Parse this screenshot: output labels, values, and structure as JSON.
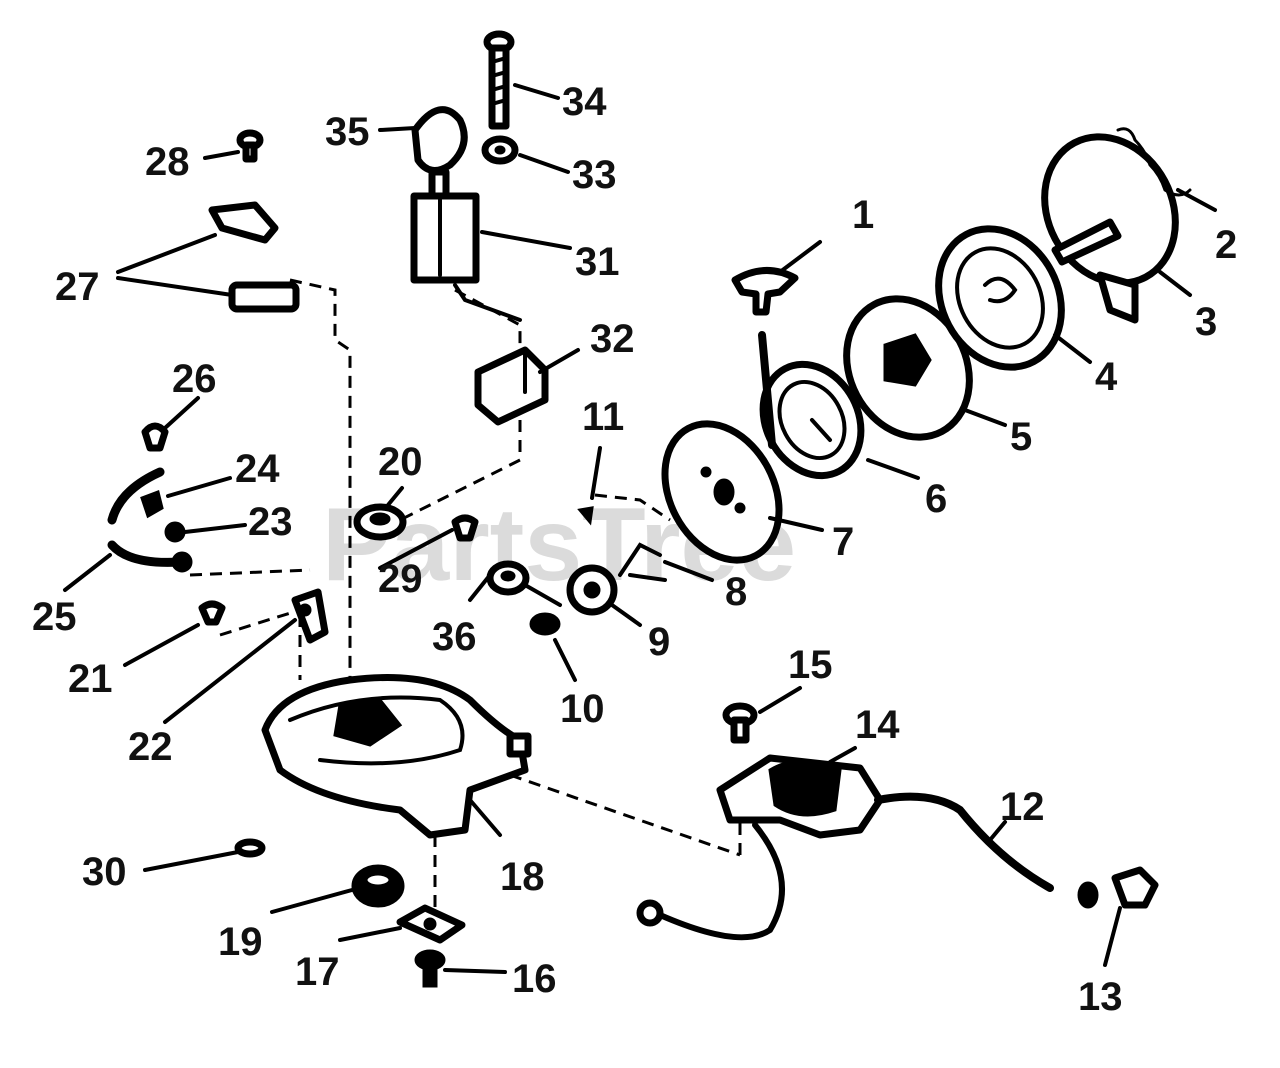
{
  "watermark": "PartsTree",
  "callouts": [
    {
      "id": "1",
      "text": "1"
    },
    {
      "id": "2",
      "text": "2"
    },
    {
      "id": "3",
      "text": "3"
    },
    {
      "id": "4",
      "text": "4"
    },
    {
      "id": "5",
      "text": "5"
    },
    {
      "id": "6",
      "text": "6"
    },
    {
      "id": "7",
      "text": "7"
    },
    {
      "id": "8",
      "text": "8"
    },
    {
      "id": "9",
      "text": "9"
    },
    {
      "id": "10",
      "text": "10"
    },
    {
      "id": "11",
      "text": "11"
    },
    {
      "id": "12",
      "text": "12"
    },
    {
      "id": "13",
      "text": "13"
    },
    {
      "id": "14",
      "text": "14"
    },
    {
      "id": "15",
      "text": "15"
    },
    {
      "id": "16",
      "text": "16"
    },
    {
      "id": "17",
      "text": "17"
    },
    {
      "id": "18",
      "text": "18"
    },
    {
      "id": "19",
      "text": "19"
    },
    {
      "id": "20",
      "text": "20"
    },
    {
      "id": "21",
      "text": "21"
    },
    {
      "id": "22",
      "text": "22"
    },
    {
      "id": "23",
      "text": "23"
    },
    {
      "id": "24",
      "text": "24"
    },
    {
      "id": "25",
      "text": "25"
    },
    {
      "id": "26",
      "text": "26"
    },
    {
      "id": "27",
      "text": "27"
    },
    {
      "id": "28",
      "text": "28"
    },
    {
      "id": "29",
      "text": "29"
    },
    {
      "id": "30",
      "text": "30"
    },
    {
      "id": "31",
      "text": "31"
    },
    {
      "id": "32",
      "text": "32"
    },
    {
      "id": "33",
      "text": "33"
    },
    {
      "id": "34",
      "text": "34"
    },
    {
      "id": "35",
      "text": "35"
    },
    {
      "id": "36",
      "text": "36"
    }
  ]
}
